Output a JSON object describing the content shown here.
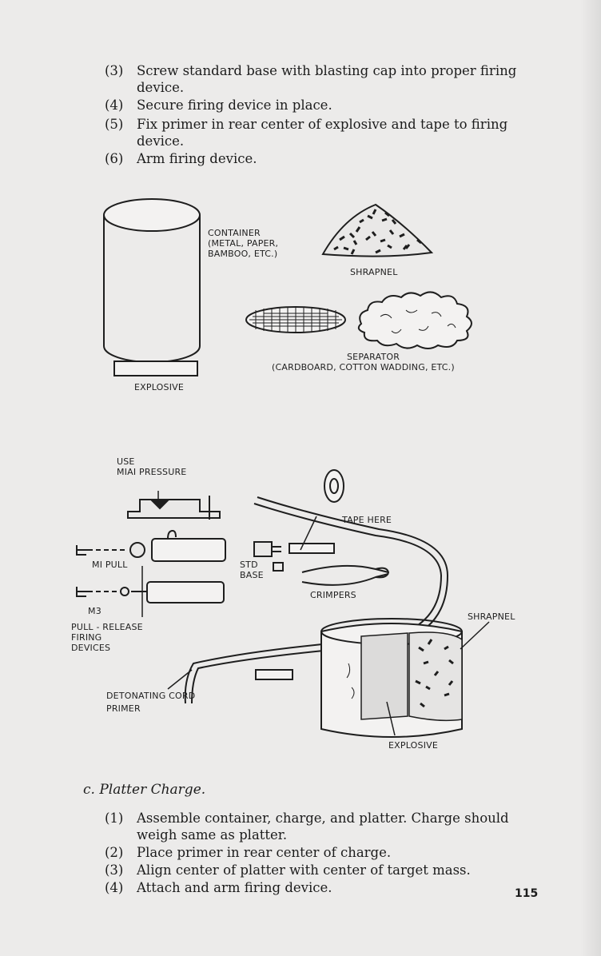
{
  "top_steps": [
    {
      "num": "(3)",
      "text": "Screw standard base with blasting cap into proper firing",
      "cont": "device."
    },
    {
      "num": "(4)",
      "text": "Secure firing device in place.",
      "cont": ""
    },
    {
      "num": "(5)",
      "text": "Fix primer in rear center of explosive and tape to firing",
      "cont": "device."
    },
    {
      "num": "(6)",
      "text": "Arm firing device.",
      "cont": ""
    }
  ],
  "figure1": {
    "container_label": [
      "CONTAINER",
      "(METAL, PAPER,",
      "BAMBOO, ETC.)"
    ],
    "shrapnel_label": "SHRAPNEL",
    "separator_label": [
      "SEPARATOR",
      "(CARDBOARD, COTTON WADDING, ETC.)"
    ],
    "explosive_label": "EXPLOSIVE"
  },
  "figure2": {
    "use_label": [
      "USE",
      "MIAI PRESSURE"
    ],
    "tape_here": "TAPE HERE",
    "m1_pull": "MI PULL",
    "std_base": [
      "STD",
      "BASE"
    ],
    "crimpers": "CRIMPERS",
    "m3": "M3",
    "pull_release": [
      "PULL - RELEASE",
      "FIRING",
      "DEVICES"
    ],
    "shrapnel": "SHRAPNEL",
    "detonating_cord": "DETONATING CORD",
    "primer": "PRIMER",
    "explosive": "EXPLOSIVE"
  },
  "section": {
    "title": "c. Platter Charge."
  },
  "bottom_steps": [
    {
      "num": "(1)",
      "text": "Assemble container, charge, and platter. Charge should",
      "cont": "weigh same as platter."
    },
    {
      "num": "(2)",
      "text": "Place primer in rear center of charge.",
      "cont": ""
    },
    {
      "num": "(3)",
      "text": "Align center of platter with center of target mass.",
      "cont": ""
    },
    {
      "num": "(4)",
      "text": "Attach and arm firing device.",
      "cont": ""
    }
  ],
  "page_number": "115"
}
